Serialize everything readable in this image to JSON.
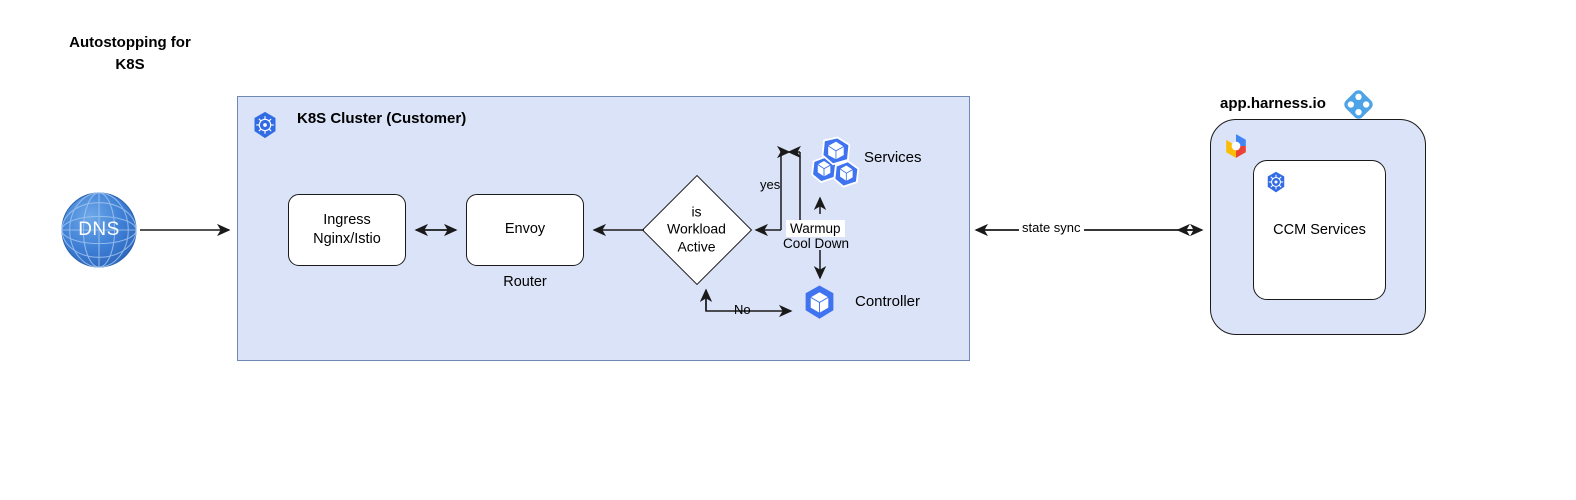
{
  "title": "Autostopping for\nK8S",
  "colors": {
    "cluster_fill": "#dae3f7",
    "cluster_border": "#7089b4",
    "k8s_blue": "#326ce5",
    "cube_blue": "#3f73ef",
    "harness_blue": "#4da3e8",
    "edge": "#1a1a1a",
    "box_fill": "#ffffff",
    "dns_blue": "#3d7dd8"
  },
  "cluster": {
    "title": "K8S Cluster (Customer)",
    "icon": "kubernetes-icon"
  },
  "dns": {
    "label": "DNS",
    "icon": "globe-icon"
  },
  "nodes": {
    "ingress": {
      "label": "Ingress\nNginx/Istio"
    },
    "envoy": {
      "label": "Envoy",
      "sublabel": "Router"
    },
    "decision": {
      "label": "is\nWorkload\nActive"
    },
    "services": {
      "label": "Services",
      "icon": "service-cubes-icon"
    },
    "controller": {
      "label": "Controller",
      "icon": "cube-icon"
    }
  },
  "edges": {
    "yes": "yes",
    "no": "No",
    "warmup": "Warmup",
    "cooldown": "Cool Down",
    "state_sync": "state sync"
  },
  "harness": {
    "title": "app.harness.io",
    "logo": "harness-logo-icon",
    "cloud_icon": "gcp-hexagon-icon",
    "inner": {
      "label": "CCM Services",
      "icon": "kubernetes-icon"
    }
  }
}
